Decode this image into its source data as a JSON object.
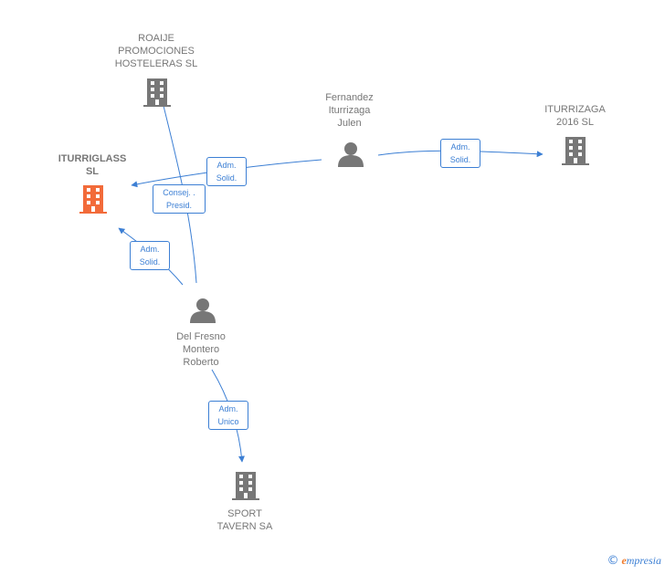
{
  "nodes": {
    "roaije": {
      "label": "ROAIJE\nPROMOCIONES\nHOSTELERAS SL",
      "type": "company"
    },
    "iturriglass": {
      "label": "ITURRIGLASS\nSL",
      "type": "company-focus"
    },
    "fernandez": {
      "label": "Fernandez\nIturrizaga\nJulen",
      "type": "person"
    },
    "iturrizaga2016": {
      "label": "ITURRIZAGA\n2016  SL",
      "type": "company"
    },
    "delfresno": {
      "label": "Del Fresno\nMontero\nRoberto",
      "type": "person"
    },
    "sport": {
      "label": "SPORT\nTAVERN SA",
      "type": "company"
    }
  },
  "edges": {
    "e1": {
      "label": "Adm.\nSolid."
    },
    "e2": {
      "label": "Consej. .\nPresid."
    },
    "e3": {
      "label": "Adm.\nSolid."
    },
    "e4": {
      "label": "Adm.\nSolid."
    },
    "e5": {
      "label": "Adm.\nUnico"
    }
  },
  "colors": {
    "edge": "#3c7fd4",
    "company": "#777777",
    "company_focus": "#f26b3a",
    "person": "#777777"
  },
  "brand": {
    "copyright": "©",
    "name": "mpresia",
    "initial": "e"
  }
}
